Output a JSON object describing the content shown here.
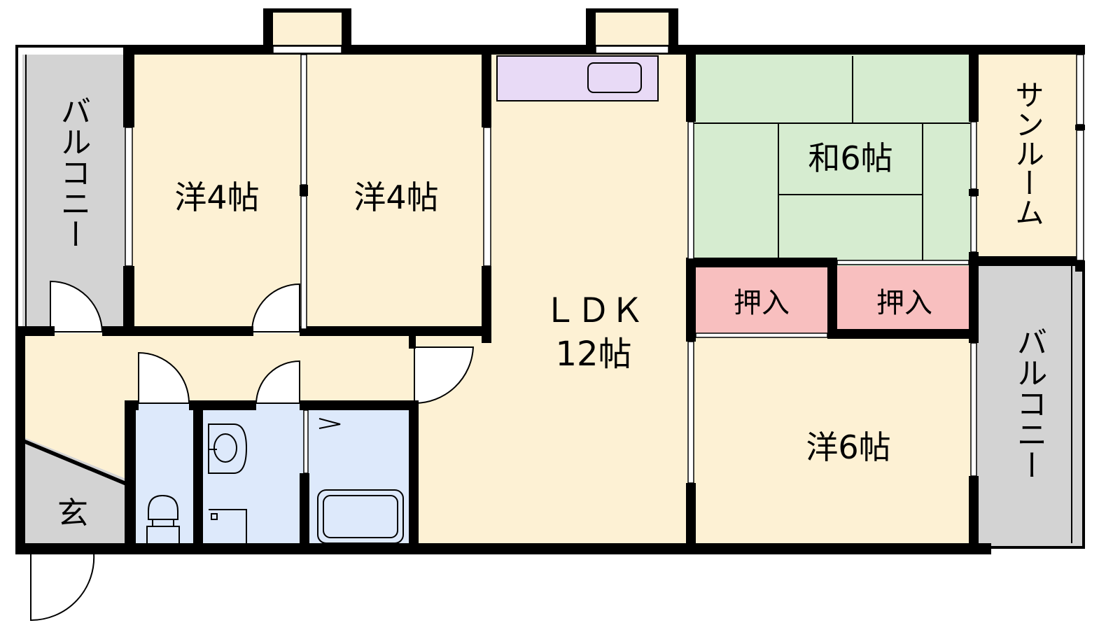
{
  "rooms": {
    "balcony_left": "バルコニー",
    "western_1": "洋4帖",
    "western_2": "洋4帖",
    "ldk_title": "ＬＤＫ",
    "ldk_size": "12帖",
    "japanese": "和6帖",
    "sunroom": "サンルーム",
    "closet_1": "押入",
    "closet_2": "押入",
    "western_3": "洋6帖",
    "balcony_right": "バルコニー",
    "entrance": "玄"
  },
  "colors": {
    "western": "#fdf1d4",
    "balcony": "#d3d3d3",
    "tatami": "#d6ecd0",
    "closet": "#f8bfbf",
    "wet_area": "#dde9fb",
    "kitchen": "#e8daf6",
    "wall": "#000000"
  }
}
